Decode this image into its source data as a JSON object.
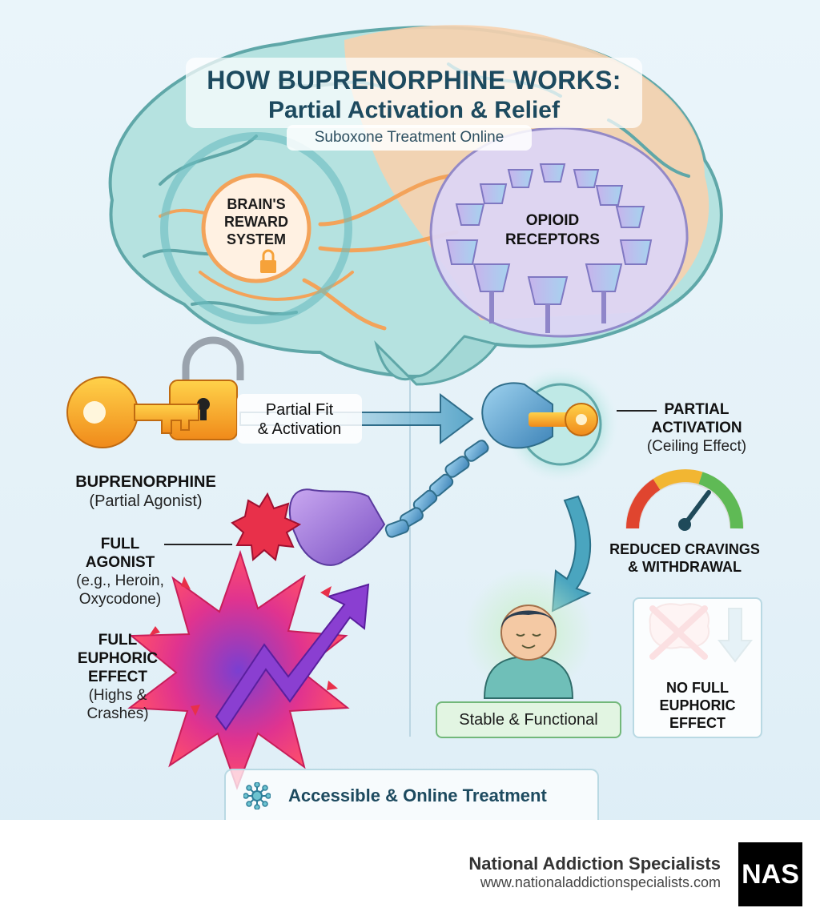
{
  "title": {
    "line1": "HOW BUPRENORPHINE WORKS:",
    "line2": "Partial Activation & Relief",
    "subtitle": "Suboxone Treatment Online"
  },
  "brain": {
    "reward_line1": "BRAIN'S",
    "reward_line2": "REWARD",
    "reward_line3": "SYSTEM",
    "receptors_line1": "OPIOID",
    "receptors_line2": "RECEPTORS"
  },
  "left": {
    "partial_fit_line1": "Partial Fit",
    "partial_fit_line2": "& Activation",
    "buprenorphine_name": "BUPRENORPHINE",
    "buprenorphine_type": "(Partial Agonist)",
    "full_agonist_line1": "FULL",
    "full_agonist_line2": "AGONIST",
    "full_agonist_ex1": "(e.g., Heroin,",
    "full_agonist_ex2": "Oxycodone)",
    "euphoric_line1": "FULL",
    "euphoric_line2": "EUPHORIC",
    "euphoric_line3": "EFFECT",
    "euphoric_note1": "(Highs &",
    "euphoric_note2": "Crashes)"
  },
  "right": {
    "partial_act_line1": "PARTIAL",
    "partial_act_line2": "ACTIVATION",
    "partial_act_note": "(Ceiling Effect)",
    "reduced_line1": "REDUCED CRAVINGS",
    "reduced_line2": "& WITHDRAWAL",
    "stable": "Stable & Functional",
    "no_euphoric_line1": "NO FULL",
    "no_euphoric_line2": "EUPHORIC",
    "no_euphoric_line3": "EFFECT"
  },
  "bottom_banner": "Accessible & Online Treatment",
  "footer": {
    "org": "National Addiction Specialists",
    "url": "www.nationaladdictionspecialists.com",
    "logo": "NAS"
  },
  "colors": {
    "title": "#1d4a5f",
    "brain_teal": "#a9dcdc",
    "brain_peach": "#f7cfa8",
    "orange": "#f5a040",
    "purple": "#9b7fd4",
    "blue": "#5b9ec2",
    "red": "#e8304a",
    "green": "#8fd18e"
  }
}
